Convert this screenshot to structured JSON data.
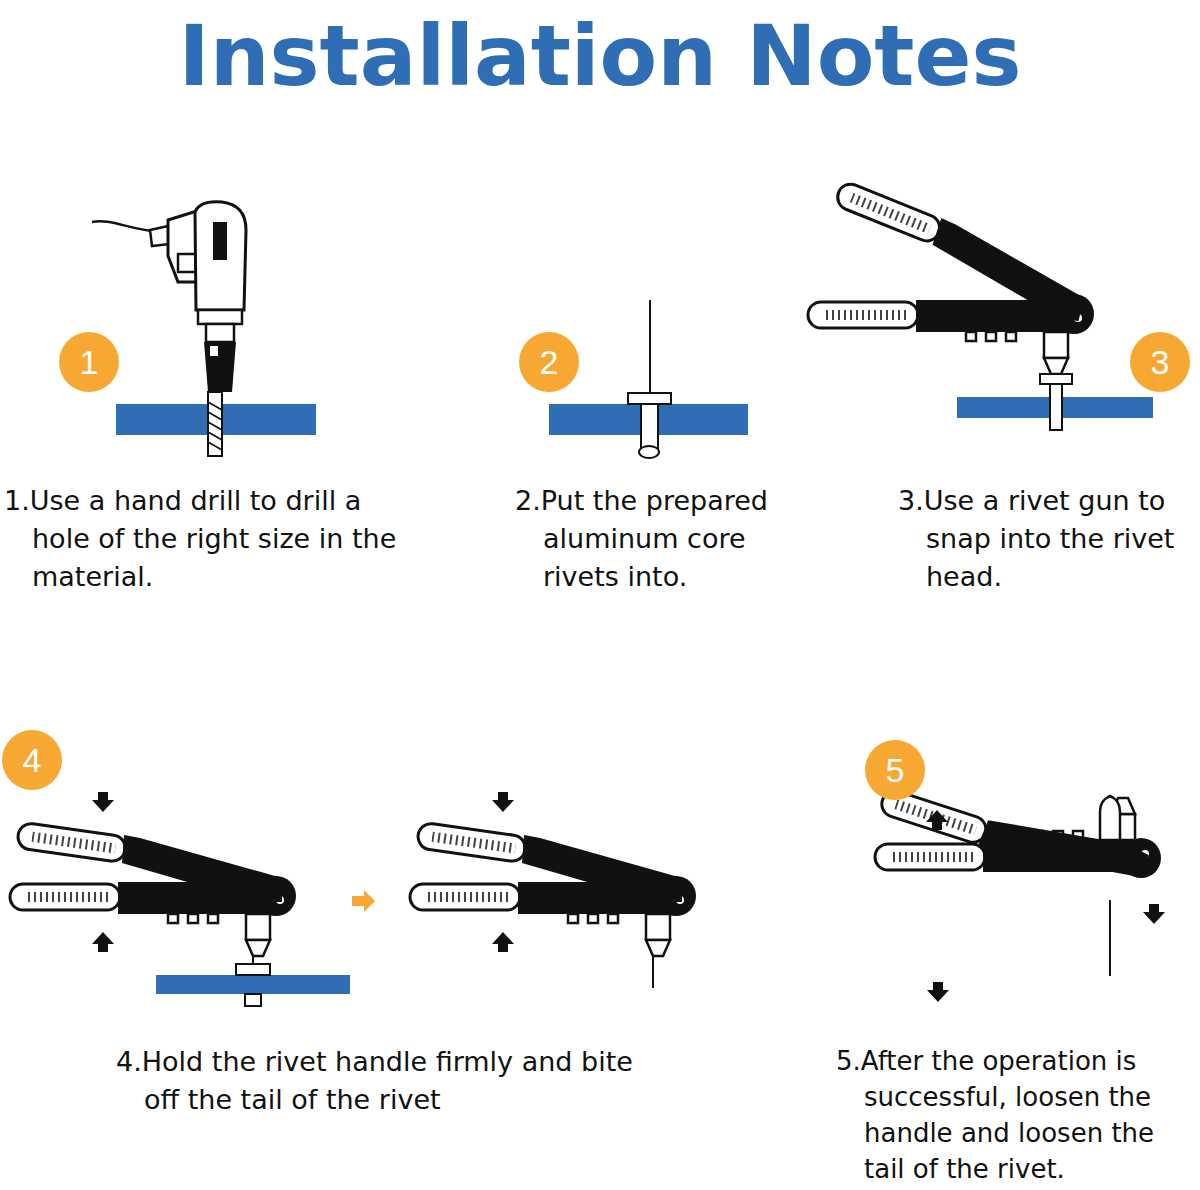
{
  "diagram": {
    "title": "Installation Notes",
    "nodes": [
      {
        "text": [
          "1"
        ]
      },
      {
        "text": [
          "2"
        ]
      },
      {
        "text": [
          "3"
        ]
      },
      {
        "text": [
          "4"
        ]
      },
      {
        "text": [
          "5"
        ]
      }
    ],
    "labels": [
      "1.Use a hand drill to drill a hole of the right size in the material.",
      "2.Put the prepared aluminum core rivets into.",
      "3.Use a rivet gun to snap into the rivet head.",
      "4.Hold the rivet handle firmly and bite off the tail of the rivet",
      "5.After the operation is successful, loosen the handle and loosen the tail of the rivet."
    ]
  }
}
